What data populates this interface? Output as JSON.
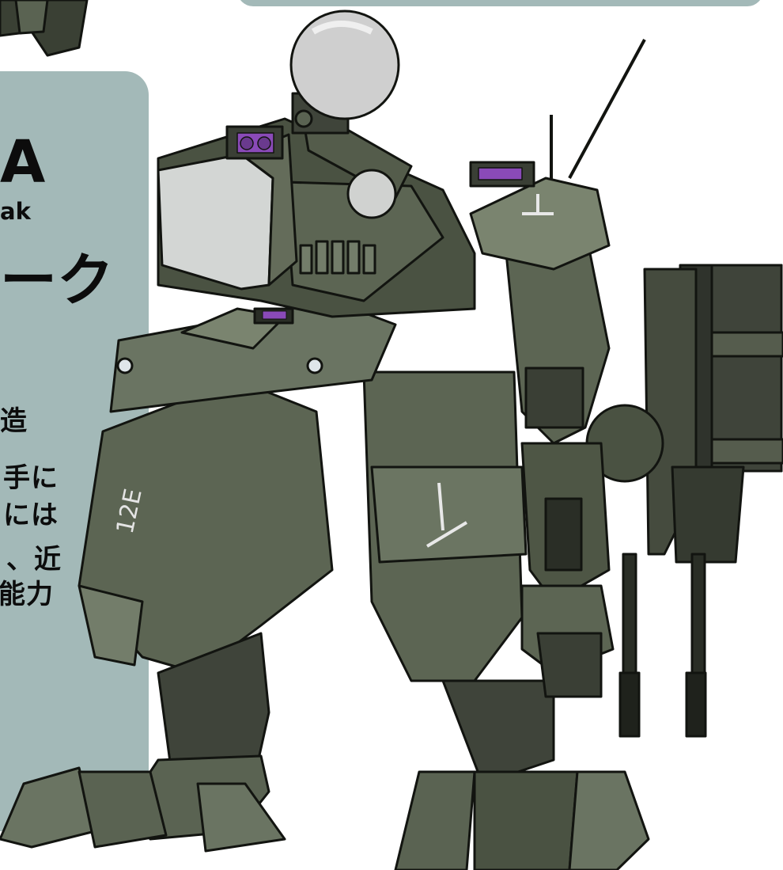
{
  "title": {
    "code_fragment": "A",
    "english_fragment": "ak",
    "katakana_fragment": "ーク"
  },
  "description_lines": [
    "造",
    "手に",
    "には",
    "、近",
    "能力"
  ],
  "hull_marking": "12E",
  "colors": {
    "panel": "#a3b9b8",
    "armor_light": "#6a7462",
    "armor_mid": "#505947",
    "armor_dark": "#30352c",
    "outline": "#121410",
    "dome": "#cfcfcf",
    "sensor": "#8a4ab8"
  }
}
